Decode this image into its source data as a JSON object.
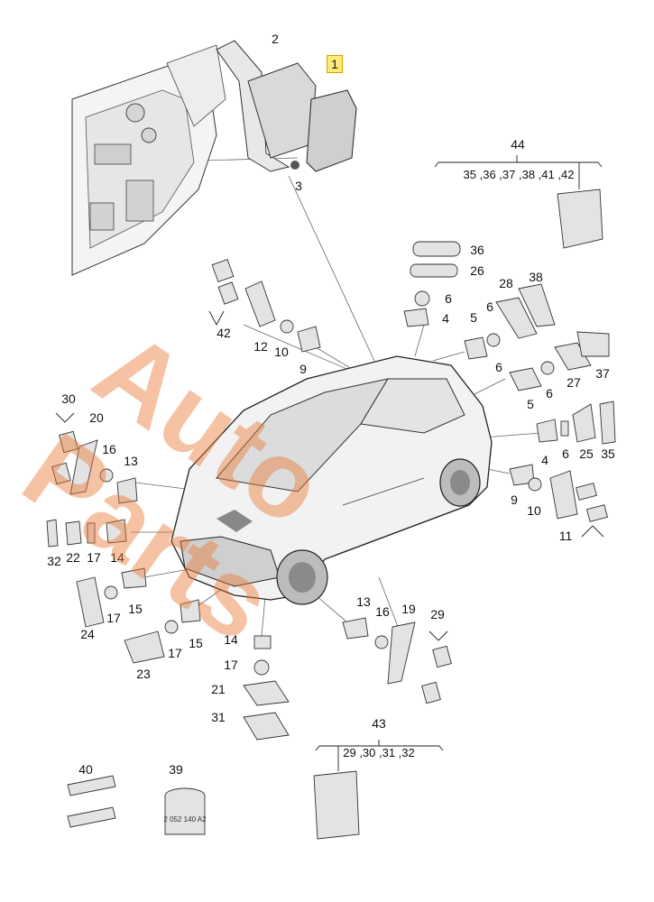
{
  "diagram": {
    "callouts": {
      "c1": "1",
      "c2": "2",
      "c3": "3",
      "c36": "36",
      "c26": "26",
      "c6a": "6",
      "c4a": "4",
      "c28": "28",
      "c38": "38",
      "c5a": "5",
      "c6b": "6",
      "c6c": "6",
      "c37": "37",
      "c27": "27",
      "c5b": "5",
      "c6d": "6",
      "c4b": "4",
      "c6e": "6",
      "c25": "25",
      "c35": "35",
      "c9a": "9",
      "c10a": "10",
      "c11": "11",
      "c42": "42",
      "c12": "12",
      "c10b": "10",
      "c9b": "9",
      "c30": "30",
      "c20": "20",
      "c16a": "16",
      "c13a": "13",
      "c32": "32",
      "c22": "22",
      "c17a": "17",
      "c14a": "14",
      "c17b": "17",
      "c15a": "15",
      "c24": "24",
      "c17c": "17",
      "c15b": "15",
      "c23": "23",
      "c14b": "14",
      "c17d": "17",
      "c21": "21",
      "c31": "31",
      "c13b": "13",
      "c16b": "16",
      "c19": "19",
      "c29": "29",
      "c44": "44",
      "c43": "43",
      "c40": "40",
      "c39": "39"
    },
    "group44": "35 ,36 ,37 ,38 ,41 ,42",
    "group43": "29 ,30 ,31 ,32",
    "can_label": "2 052 140 A2"
  },
  "watermark": {
    "text": "Auto Parts",
    "color": "#e87832"
  }
}
